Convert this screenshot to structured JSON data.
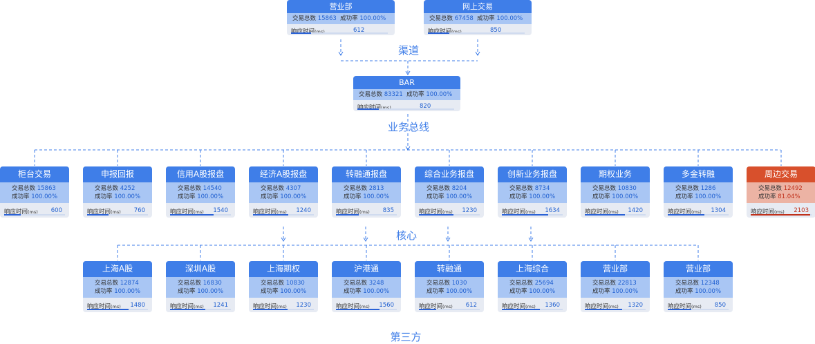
{
  "labels": {
    "total": "交易总数",
    "success": "成功率",
    "rt": "响应时间",
    "unit": "(ms)"
  },
  "layers": {
    "channel": "渠道",
    "bus": "业务总线",
    "core": "核心",
    "third": "第三方"
  },
  "channels": [
    {
      "name": "营业部",
      "total": "15863",
      "success": "100.00%",
      "rt": "612",
      "rt_level": 0.21
    },
    {
      "name": "网上交易",
      "total": "67458",
      "success": "100.00%",
      "rt": "850",
      "rt_level": 0.22
    }
  ],
  "bus_node": {
    "name": "BAR",
    "total": "83321",
    "success": "100.00%",
    "rt": "820",
    "rt_level": 0.22
  },
  "core_nodes": [
    {
      "name": "柜台交易",
      "total": "15863",
      "success": "100.00%",
      "rt": "600",
      "rt_level": 0.27
    },
    {
      "name": "申报回报",
      "total": "4252",
      "success": "100.00%",
      "rt": "760",
      "rt_level": 0.35
    },
    {
      "name": "信用A股报盘",
      "total": "14540",
      "success": "100.00%",
      "rt": "1540",
      "rt_level": 0.72
    },
    {
      "name": "经济A股报盘",
      "total": "4307",
      "success": "100.00%",
      "rt": "1240",
      "rt_level": 0.58
    },
    {
      "name": "转融通报盘",
      "total": "2813",
      "success": "100.00%",
      "rt": "835",
      "rt_level": 0.38
    },
    {
      "name": "综合业务报盘",
      "total": "8204",
      "success": "100.00%",
      "rt": "1230",
      "rt_level": 0.57
    },
    {
      "name": "创新业务报盘",
      "total": "8734",
      "success": "100.00%",
      "rt": "1634",
      "rt_level": 0.76
    },
    {
      "name": "期权业务",
      "total": "10830",
      "success": "100.00%",
      "rt": "1420",
      "rt_level": 0.66
    },
    {
      "name": "多金转融",
      "total": "1286",
      "success": "100.00%",
      "rt": "1304",
      "rt_level": 0.6
    },
    {
      "name": "周边交易",
      "total": "12492",
      "success": "81.04%",
      "rt": "2103",
      "rt_level": 0.98,
      "alert": true
    }
  ],
  "third_nodes": [
    {
      "name": "上海A股",
      "total": "12874",
      "success": "100.00%",
      "rt": "1480",
      "rt_level": 0.68
    },
    {
      "name": "深圳A股",
      "total": "16830",
      "success": "100.00%",
      "rt": "1241",
      "rt_level": 0.58
    },
    {
      "name": "上海期权",
      "total": "10830",
      "success": "100.00%",
      "rt": "1230",
      "rt_level": 0.57
    },
    {
      "name": "沪港通",
      "total": "3248",
      "success": "100.00%",
      "rt": "1560",
      "rt_level": 0.72
    },
    {
      "name": "转融通",
      "total": "1030",
      "success": "100.00%",
      "rt": "612",
      "rt_level": 0.28
    },
    {
      "name": "上海综合",
      "total": "25694",
      "success": "100.00%",
      "rt": "1360",
      "rt_level": 0.63
    },
    {
      "name": "营业部",
      "total": "22813",
      "success": "100.00%",
      "rt": "1320",
      "rt_level": 0.61
    },
    {
      "name": "营业部",
      "total": "12348",
      "success": "100.00%",
      "rt": "850",
      "rt_level": 0.39
    }
  ],
  "colors": {
    "node_header": "#3f7ee8",
    "alert_header": "#d8502c",
    "connector": "#3f7ee8"
  }
}
